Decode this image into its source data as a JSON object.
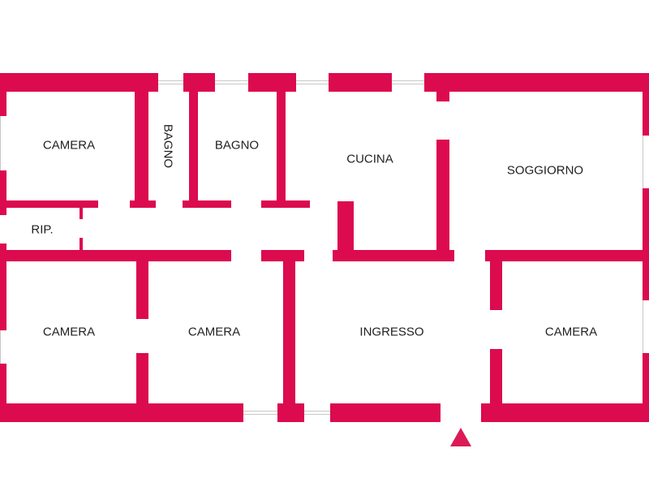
{
  "plan": {
    "wall_color": "#dc0a4f",
    "rooms": [
      {
        "id": "camera-1",
        "label": "CAMERA"
      },
      {
        "id": "bagno-1",
        "label": "BAGNO"
      },
      {
        "id": "bagno-2",
        "label": "BAGNO"
      },
      {
        "id": "cucina",
        "label": "CUCINA"
      },
      {
        "id": "soggiorno",
        "label": "SOGGIORNO"
      },
      {
        "id": "ripostiglio",
        "label": "RIP."
      },
      {
        "id": "camera-2",
        "label": "CAMERA"
      },
      {
        "id": "camera-3",
        "label": "CAMERA"
      },
      {
        "id": "ingresso",
        "label": "INGRESSO"
      },
      {
        "id": "camera-4",
        "label": "CAMERA"
      }
    ],
    "entrance_icon": "triangle-up-icon"
  }
}
